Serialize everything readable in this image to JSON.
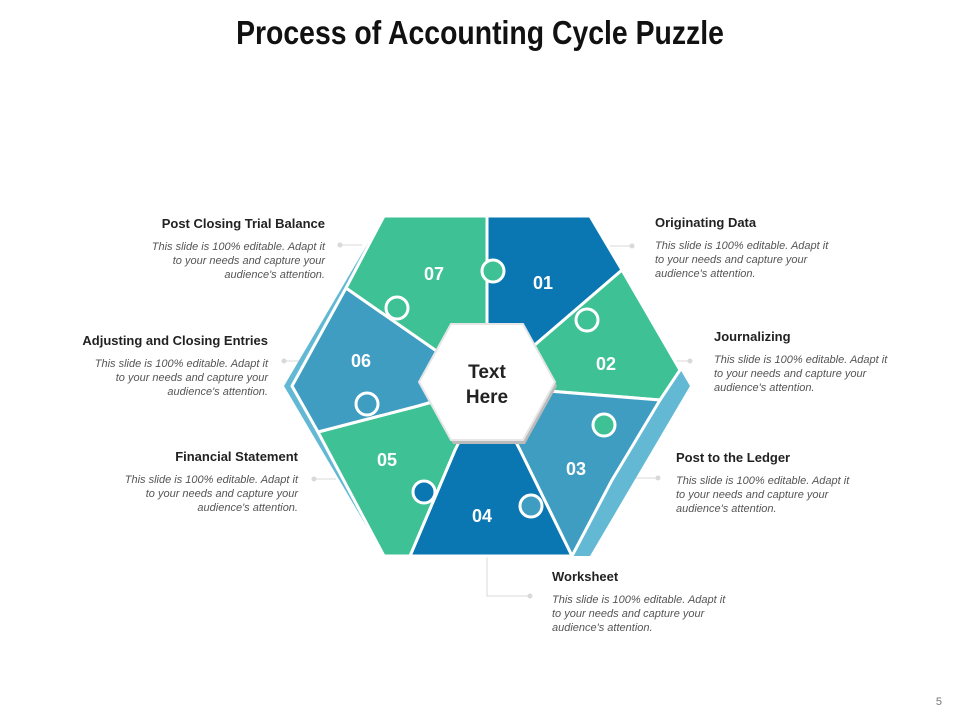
{
  "title": "Process of Accounting Cycle Puzzle",
  "center_text": [
    "Text",
    "Here"
  ],
  "colors": {
    "dark_blue": "#0a77b3",
    "green": "#3fc196",
    "steel_blue": "#3f9dc2",
    "ring_shadow": "#63b9d4"
  },
  "pieces": [
    {
      "num": "01",
      "title": "Originating Data",
      "desc": [
        "This slide is 100% editable. Adapt it",
        "to your needs and capture your",
        "audience's attention."
      ]
    },
    {
      "num": "02",
      "title": "Journalizing",
      "desc": [
        "This slide is 100% editable. Adapt it",
        "to your needs and capture your",
        "audience's attention."
      ]
    },
    {
      "num": "03",
      "title": "Post to the Ledger",
      "desc": [
        "This slide is 100% editable. Adapt it",
        "to your needs and capture your",
        "audience's attention."
      ]
    },
    {
      "num": "04",
      "title": "Worksheet",
      "desc": [
        "This slide is 100% editable. Adapt it",
        "to your needs and capture your",
        "audience's attention."
      ]
    },
    {
      "num": "05",
      "title": "Financial Statement",
      "desc": [
        "This slide is 100% editable. Adapt it",
        "to your needs and capture your",
        "audience's attention."
      ]
    },
    {
      "num": "06",
      "title": "Adjusting  and Closing Entries",
      "desc": [
        "This slide is 100% editable. Adapt it",
        "to your needs and capture your",
        "audience's attention."
      ]
    },
    {
      "num": "07",
      "title": "Post Closing Trial Balance",
      "desc": [
        "This slide is 100% editable. Adapt it",
        "to your needs and capture your",
        "audience's attention."
      ]
    }
  ],
  "page_number": "5"
}
